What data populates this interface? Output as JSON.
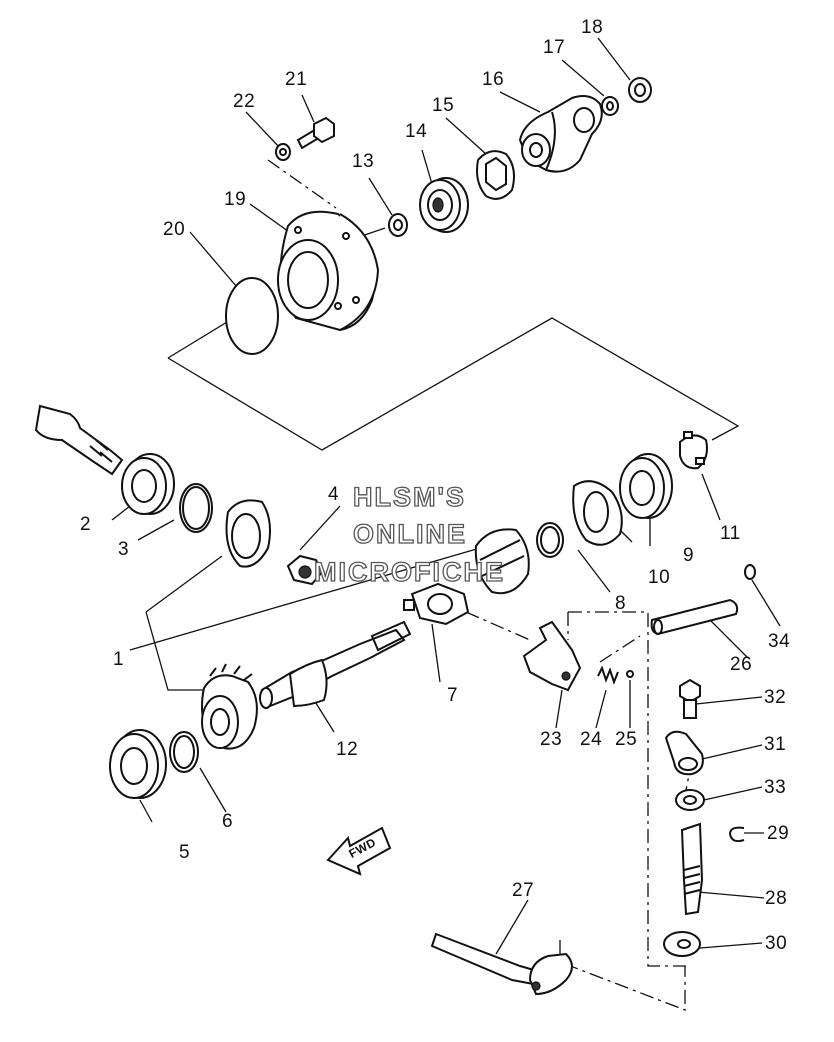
{
  "watermark": {
    "line1": "HLSM'S",
    "line2": "ONLINE",
    "line3": "MICROFICHE"
  },
  "fwd_label": "FWD",
  "callouts": [
    "1",
    "2",
    "3",
    "4",
    "5",
    "6",
    "7",
    "8",
    "9",
    "10",
    "11",
    "12",
    "13",
    "14",
    "15",
    "16",
    "17",
    "18",
    "19",
    "20",
    "21",
    "22",
    "23",
    "24",
    "25",
    "26",
    "27",
    "28",
    "29",
    "30",
    "31",
    "32",
    "33",
    "34"
  ]
}
